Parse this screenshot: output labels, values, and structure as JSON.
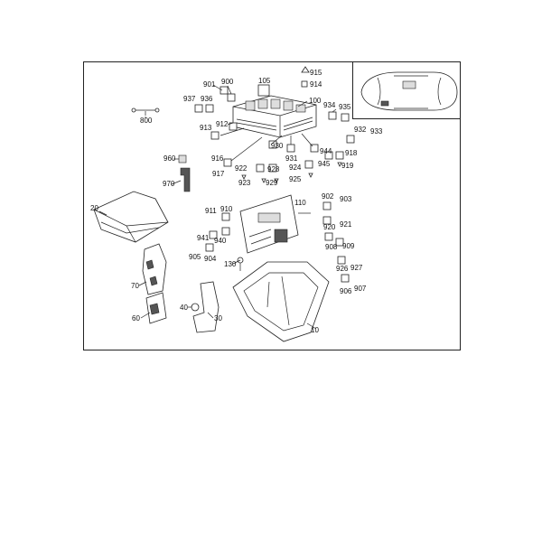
{
  "labels": {
    "l10": "10",
    "l20": "20",
    "l30": "30",
    "l40": "40",
    "l60": "60",
    "l70": "70",
    "l100": "100",
    "l105": "105",
    "l110": "110",
    "l130": "130",
    "l800": "800",
    "l900": "900",
    "l901": "901",
    "l902": "902",
    "l903": "903",
    "l904": "904",
    "l905": "905",
    "l906": "906",
    "l907": "907",
    "l908": "908",
    "l909": "909",
    "l910": "910",
    "l911": "911",
    "l912": "912",
    "l913": "913",
    "l914": "914",
    "l915": "915",
    "l916": "916",
    "l917": "917",
    "l918": "918",
    "l919": "919",
    "l920": "920",
    "l921": "921",
    "l922": "922",
    "l923": "923",
    "l924": "924",
    "l925": "925",
    "l926": "926",
    "l927": "927",
    "l928": "928",
    "l929": "929",
    "l930": "930",
    "l931": "931",
    "l932": "932",
    "l933": "933",
    "l934": "934",
    "l935": "935",
    "l936": "936",
    "l937": "937",
    "l940": "940",
    "l941": "941",
    "l944": "944",
    "l945": "945",
    "l960": "960",
    "l970": "970"
  }
}
